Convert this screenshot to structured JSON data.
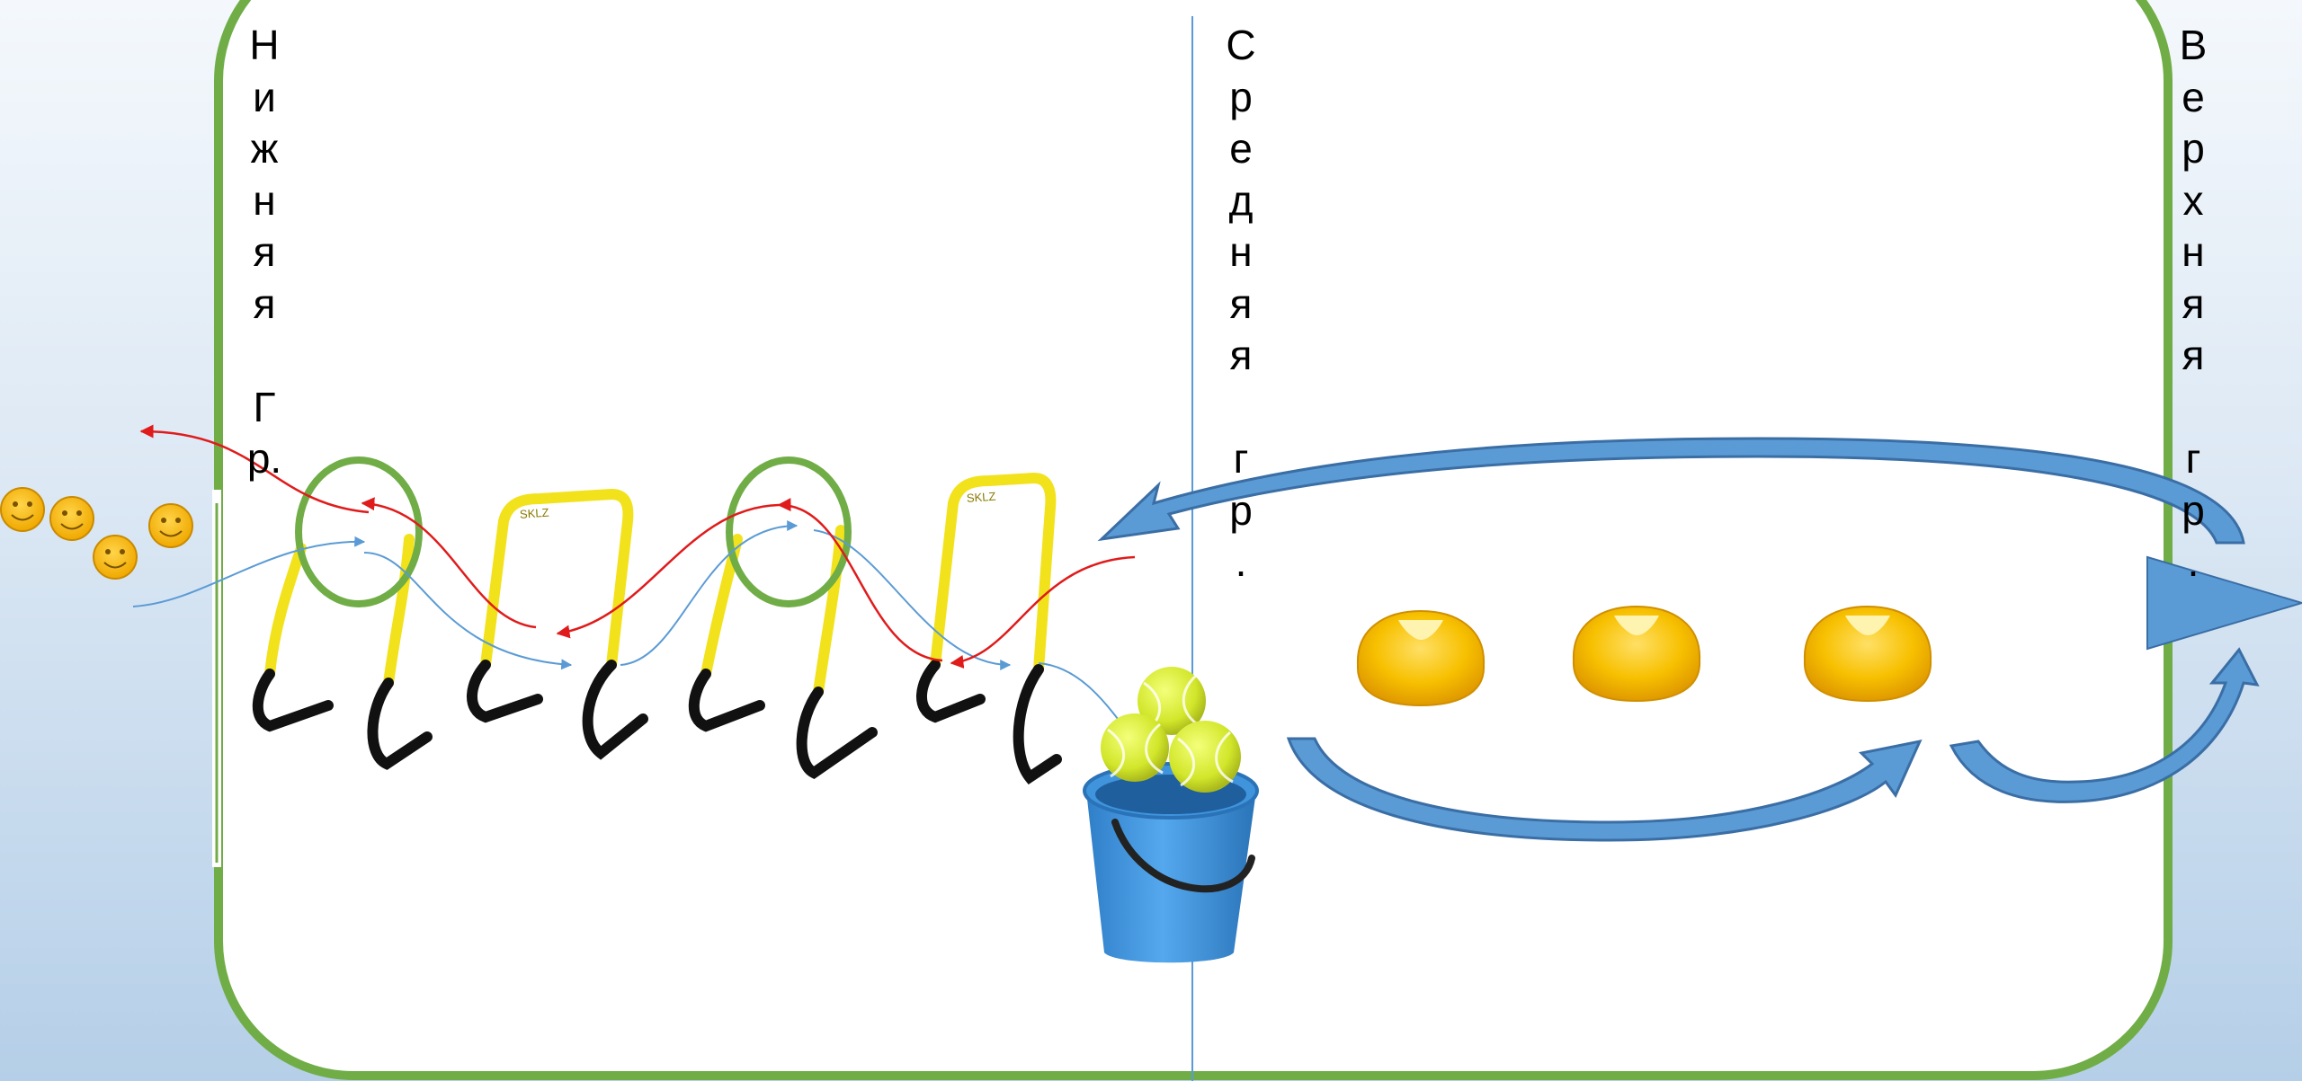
{
  "labels": {
    "lower_group": "Н\nи\nж\nн\nя\nя\n\nГ\nр.",
    "middle_group": "С\nр\nе\nд\nн\nя\nя\n\nг\nр\n.",
    "upper_group": "В\nе\nр\nх\nн\nя\nя\n\nг\nр\n."
  },
  "hurdle_brand": "SKLZ",
  "colors": {
    "field_border": "#70ad47",
    "divider": "#5b9bd5",
    "hurdle": "#f2e21c",
    "hurdle_base": "#111111",
    "red_path": "#e01b1b",
    "blue_path": "#5b9bd5",
    "big_arrow": "#4f84bb",
    "cone": "#f7b500",
    "ball": "#d6ea2a",
    "bucket": "#3c8fd6",
    "smiley": "#f7b500"
  },
  "icons": [
    "smiley-face-icon",
    "agility-hurdle-icon",
    "tennis-ball-icon",
    "bucket-icon",
    "cone-marker-icon",
    "block-arrow-icon"
  ]
}
